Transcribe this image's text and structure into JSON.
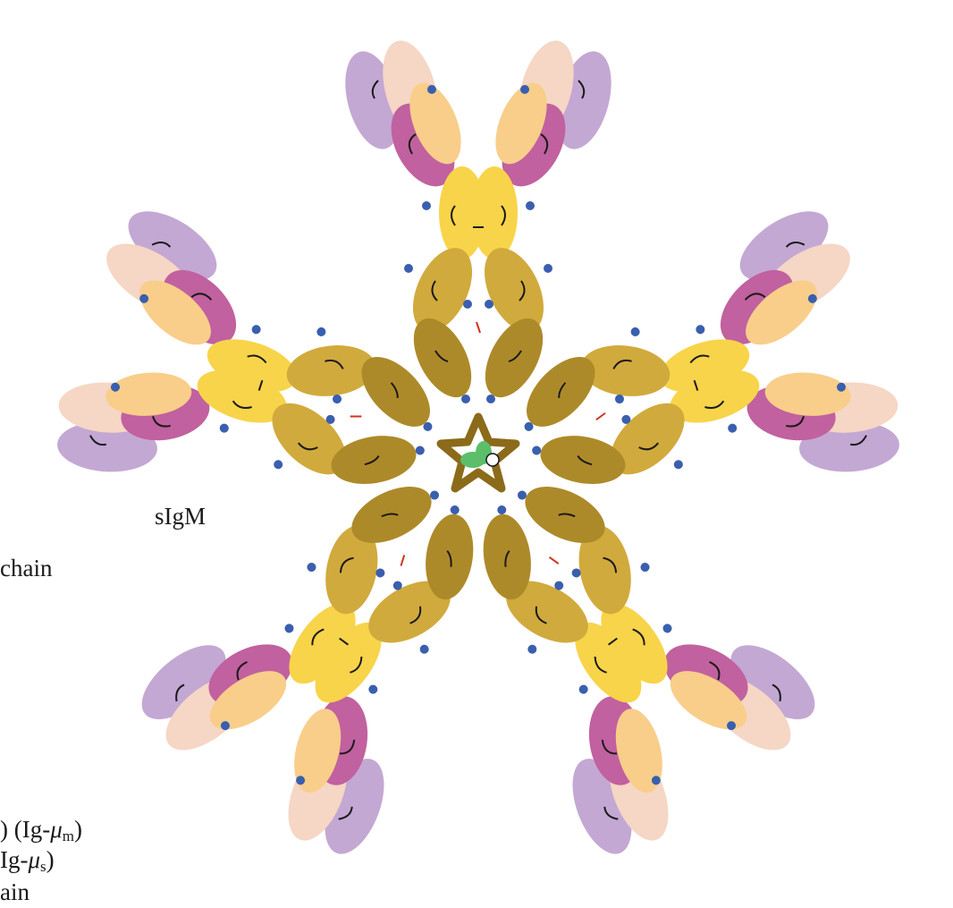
{
  "labels": {
    "sigm": "sIgM",
    "chain": "chain",
    "mu_m": {
      "prefix": ") (Ig-",
      "sym": "μ",
      "sub": "m",
      "suffix": ")"
    },
    "mu_s": {
      "prefix": "Ig-",
      "sym": "μ",
      "sub": "s",
      "suffix": ")"
    },
    "ain": "ain"
  },
  "colors": {
    "light_purple": "#c3a8d3",
    "peach": "#f6d6c4",
    "magenta": "#c1619f",
    "light_orange": "#f8ce8a",
    "yellow": "#f8d44a",
    "olive_gold": "#d1aa3d",
    "dark_olive": "#ad8a29",
    "glycan_blue": "#3a5fae",
    "disulfide_red": "#d0331e",
    "j_chain_green": "#5cbe6a",
    "ring_brown": "#8b6b19"
  }
}
